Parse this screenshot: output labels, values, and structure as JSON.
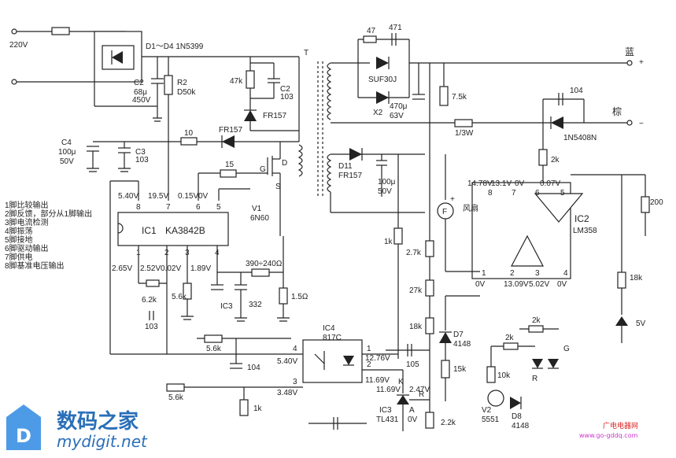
{
  "power": {
    "ac_input": "220V",
    "bridge": "D1～D4 1N5399",
    "out_blue": "蓝",
    "out_brown": "棕",
    "plus": "+",
    "minus": "−"
  },
  "primary": {
    "c2": "C2",
    "c2_val": "68μ",
    "c2_volt": "450V",
    "r2": "R2",
    "r2_val": "D50k",
    "c4": "C4",
    "c4_val": "100μ",
    "c4_volt": "50V",
    "c3": "C3",
    "c3_val": "103",
    "r10": "10",
    "d_fr157a": "FR157",
    "r47k": "47k",
    "c2b": "C2",
    "c2b_val": "103",
    "d_fr157b": "FR157",
    "r15": "15",
    "g": "G",
    "d": "D",
    "s": "S",
    "v1": "V1",
    "v1_val": "6N60",
    "d11": "D11",
    "d11_val": "FR157",
    "c100u": "100μ",
    "c100u_v": "50V",
    "t": "T"
  },
  "ic1": {
    "name": "IC1",
    "part": "KA3842B",
    "top_pins": [
      "8",
      "7",
      "6",
      "5"
    ],
    "top_volts": [
      "5.40V",
      "19.5V",
      "0.15V",
      "0V"
    ],
    "bottom_pins": [
      "1",
      "2",
      "3",
      "4"
    ],
    "bottom_volts": [
      "2.65V",
      "2.52V",
      "0.02V",
      "1.89V"
    ]
  },
  "ic1_parts": {
    "r62k": "6.2k",
    "c103": "103",
    "r56k_a": "5.6k",
    "ic3": "IC3",
    "c332": "332",
    "r390": "390÷240Ω",
    "r15o": "1.5Ω",
    "r56k_b": "5.6k",
    "r56k_c": "5.6k",
    "c104": "104",
    "r1k": "1k"
  },
  "legend": [
    "1脚比较输出",
    "2脚反馈，部分从1脚输出",
    "3脚电流检测",
    "4脚振荡",
    "5脚接地",
    "6脚驱动输出",
    "7脚供电",
    "8脚基准电压输出"
  ],
  "secondary": {
    "c47": "47",
    "c471": "471",
    "d_suf": "SUF30J",
    "x2": "X2",
    "c470": "470μ",
    "c470v": "63V",
    "r75k": "7.5k",
    "r13w": "1/3W",
    "c104": "104",
    "d1n5408": "1N5408N",
    "r2k": "2k",
    "r200": "200",
    "fan": "F",
    "fan_label": "风扇",
    "r1k": "1k",
    "r27k_a": "2.7k",
    "r27k_b": "27k",
    "r18k_a": "18k",
    "r18k_b": "18k",
    "z5v": "5V",
    "d7": "D7",
    "d7_val": "4148",
    "r15k": "15k",
    "r22k": "2.2k",
    "r2k_b": "2k",
    "r2k_c": "2k",
    "r10k": "10k",
    "v2": "V2",
    "v2_val": "5551",
    "d8": "D8",
    "d8_val": "4148",
    "led_r": "R",
    "led_g": "G",
    "c105": "105"
  },
  "ic2": {
    "name": "IC2",
    "part": "LM358",
    "top_pins": [
      "8",
      "7",
      "6",
      "5"
    ],
    "top_volts": [
      "14.78V",
      "13.1V",
      "0V",
      "0.07V"
    ],
    "bottom_pins": [
      "1",
      "2",
      "3",
      "4"
    ],
    "bottom_volts": [
      "0V",
      "13.09V",
      "5.02V",
      "0V"
    ]
  },
  "ic4": {
    "name": "IC4",
    "part": "817C",
    "pins": [
      "4",
      "3",
      "1",
      "2"
    ],
    "volts": [
      "5.40V",
      "3.48V",
      "12.76V",
      "11.69V"
    ]
  },
  "tl431": {
    "name": "IC3",
    "part": "TL431",
    "k": "K",
    "a": "A",
    "r": "R",
    "k_volt": "11.69V",
    "r_volt": "2.47V",
    "a_volt": "0V"
  },
  "watermark": {
    "cn": "数码之家",
    "url": "mydigit.net",
    "gd_cn": "广电电器网",
    "gd_url": "www.go-gddq.com"
  }
}
